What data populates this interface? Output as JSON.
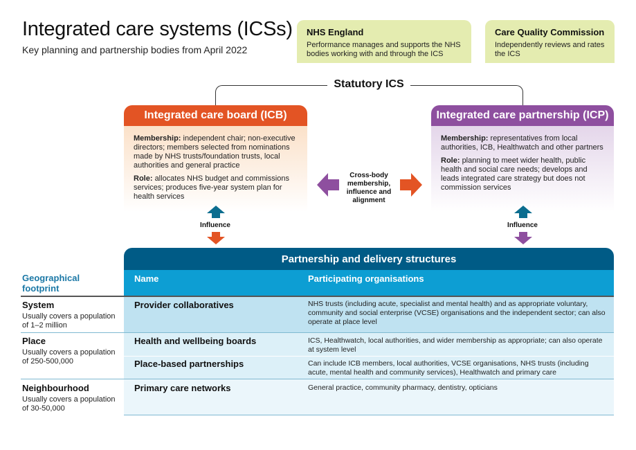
{
  "header": {
    "title": "Integrated care systems (ICSs)",
    "subtitle": "Key planning and partnership bodies from April 2022"
  },
  "top_bodies": [
    {
      "title": "NHS England",
      "text": "Performance manages and supports the NHS bodies working with and through the ICS"
    },
    {
      "title": "Care Quality Commission",
      "text": "Independently reviews and rates the ICS"
    }
  ],
  "statutory_label": "Statutory ICS",
  "icb": {
    "title": "Integrated care board (ICB)",
    "membership_label": "Membership:",
    "membership": "independent chair; non-executive directors; members selected from nominations made by NHS trusts/foundation trusts, local authorities and general practice",
    "role_label": "Role:",
    "role": "allocates NHS budget and commissions services; produces five-year system plan for health services"
  },
  "icp": {
    "title": "Integrated care partnership (ICP)",
    "membership_label": "Membership:",
    "membership": "representatives from local authorities, ICB, Healthwatch and other partners",
    "role_label": "Role:",
    "role": "planning to meet wider health, public health and social care needs; develops and leads integrated care strategy but does not commission services"
  },
  "cross_body_label": "Cross-body membership, influence and alignment",
  "influence_label": "Influence",
  "partnership": {
    "title": "Partnership and delivery structures",
    "col_name": "Name",
    "col_orgs": "Participating organisations"
  },
  "geo_header": "Geographical footprint",
  "footprints": [
    {
      "name": "System",
      "desc": "Usually covers a population of 1–2 million"
    },
    {
      "name": "Place",
      "desc": "Usually covers a population of 250-500,000"
    },
    {
      "name": "Neighbourhood",
      "desc": "Usually covers a population of 30-50,000"
    }
  ],
  "structures": [
    {
      "name": "Provider collaboratives",
      "orgs": "NHS trusts (including acute, specialist and mental health) and as appropriate voluntary, community and social enterprise (VCSE) organisations and the independent sector; can also operate at place level"
    },
    {
      "name": "Health and wellbeing boards",
      "orgs": "ICS, Healthwatch, local authorities, and wider membership as appropriate; can also operate at system level"
    },
    {
      "name": "Place-based partnerships",
      "orgs": "Can include ICB members, local authorities, VCSE organisations, NHS trusts (including acute, mental health and community services), Healthwatch and primary care"
    },
    {
      "name": "Primary care networks",
      "orgs": "General practice, community pharmacy, dentistry, opticians"
    }
  ],
  "colors": {
    "icb": "#e35424",
    "icp": "#8e4f9f",
    "influence_up": "#0b6d8f",
    "dark_blue": "#005b86",
    "mid_blue": "#0d9ed3",
    "top_box": "#e4ecb0"
  }
}
